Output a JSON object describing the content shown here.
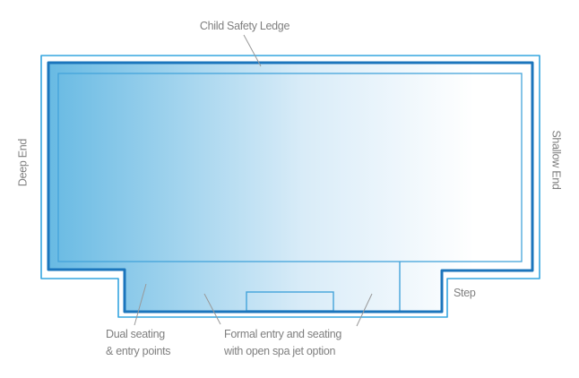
{
  "diagram": {
    "title_label": "Child Safety Ledge",
    "left_label": "Deep End",
    "right_label": "Shallow End",
    "step_label": "Step",
    "dual_seating": {
      "line1": "Dual seating",
      "line2": "& entry points"
    },
    "formal_entry": {
      "line1": "Formal entry and seating",
      "line2": "with open spa jet option"
    }
  },
  "colors": {
    "outline_light": "#35a5df",
    "outline_dark": "#1b75bc",
    "water_line": "#43a3da",
    "gradient_deep": "#68bae3",
    "gradient_mid": "#d9ecf8",
    "gradient_shallow": "#ffffff",
    "label_text": "#7f7f7f",
    "leader_line": "#999999"
  }
}
